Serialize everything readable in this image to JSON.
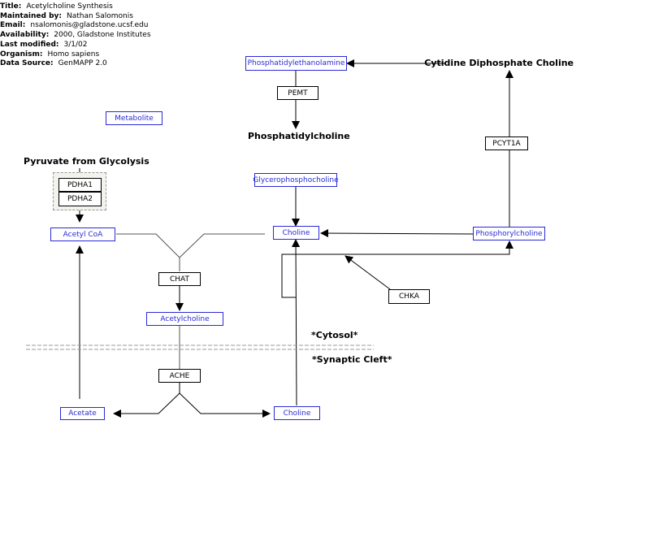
{
  "info": {
    "title_label": "Title:",
    "title": "Acetylcholine Synthesis",
    "maintained_label": "Maintained by:",
    "maintained": "Nathan Salomonis",
    "email_label": "Email:",
    "email": "nsalomonis@gladstone.ucsf.edu",
    "availability_label": "Availability:",
    "availability": "2000, Gladstone Institutes",
    "modified_label": "Last modified:",
    "modified": "3/1/02",
    "organism_label": "Organism:",
    "organism": "Homo sapiens",
    "source_label": "Data Source:",
    "source": "GenMAPP 2.0"
  },
  "legend": {
    "metabolite": "Metabolite"
  },
  "metabolites": {
    "phosphatidylethanolamine": "Phosphatidylethanolamine",
    "glycerophosphocholine": "Glycerophosphocholine",
    "choline_cytosol": "Choline",
    "phosphorylcholine": "Phosphorylcholine",
    "acetyl_coa": "Acetyl CoA",
    "acetylcholine": "Acetylcholine",
    "acetate": "Acetate",
    "choline_cleft": "Choline"
  },
  "genes": {
    "pemt": "PEMT",
    "pcyt1a": "PCYT1A",
    "pdha1": "PDHA1",
    "pdha2": "PDHA2",
    "chat": "CHAT",
    "chka": "CHKA",
    "ache": "ACHE"
  },
  "labels": {
    "cytidine": "Cytidine Diphosphate Choline",
    "phosphatidylcholine": "Phosphatidylcholine",
    "pyruvate": "Pyruvate from Glycolysis",
    "cytosol": "*Cytosol*",
    "synaptic_cleft": "*Synaptic Cleft*"
  },
  "colors": {
    "metabolite": "#2a2ad8",
    "gene": "#000000",
    "membrane": "#999999"
  }
}
